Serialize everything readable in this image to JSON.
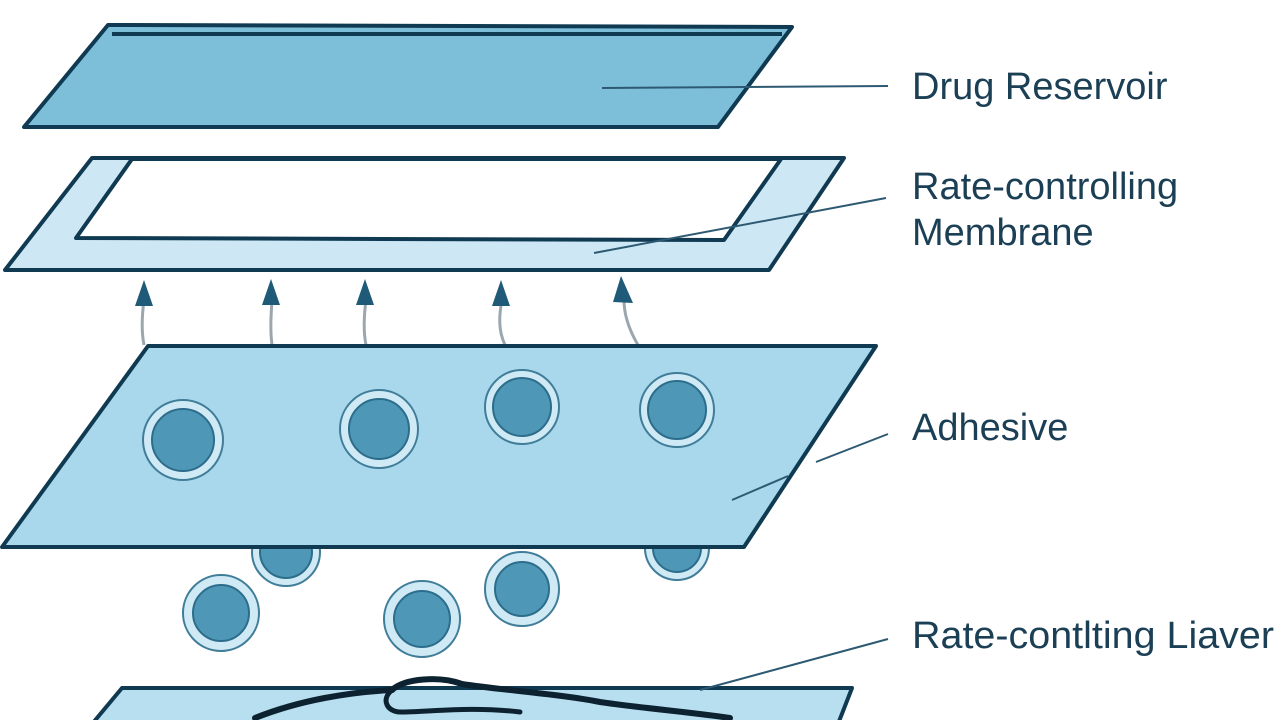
{
  "labels": {
    "drug_reservoir": "Drug Reservoir",
    "rate_membrane_line1": "Rate-controlling",
    "rate_membrane_line2": "Membrane",
    "adhesive": "Adhesive",
    "rate_layer": "Rate-contlting Liaver"
  },
  "colors": {
    "reservoir_fill": "#7dbfd9",
    "membrane_fill": "#cde8f4",
    "adhesive_fill": "#a9d8ec",
    "bottom_layer_fill": "#b7dff0",
    "outline": "#0f3a52",
    "label_text": "#1b3f55"
  }
}
